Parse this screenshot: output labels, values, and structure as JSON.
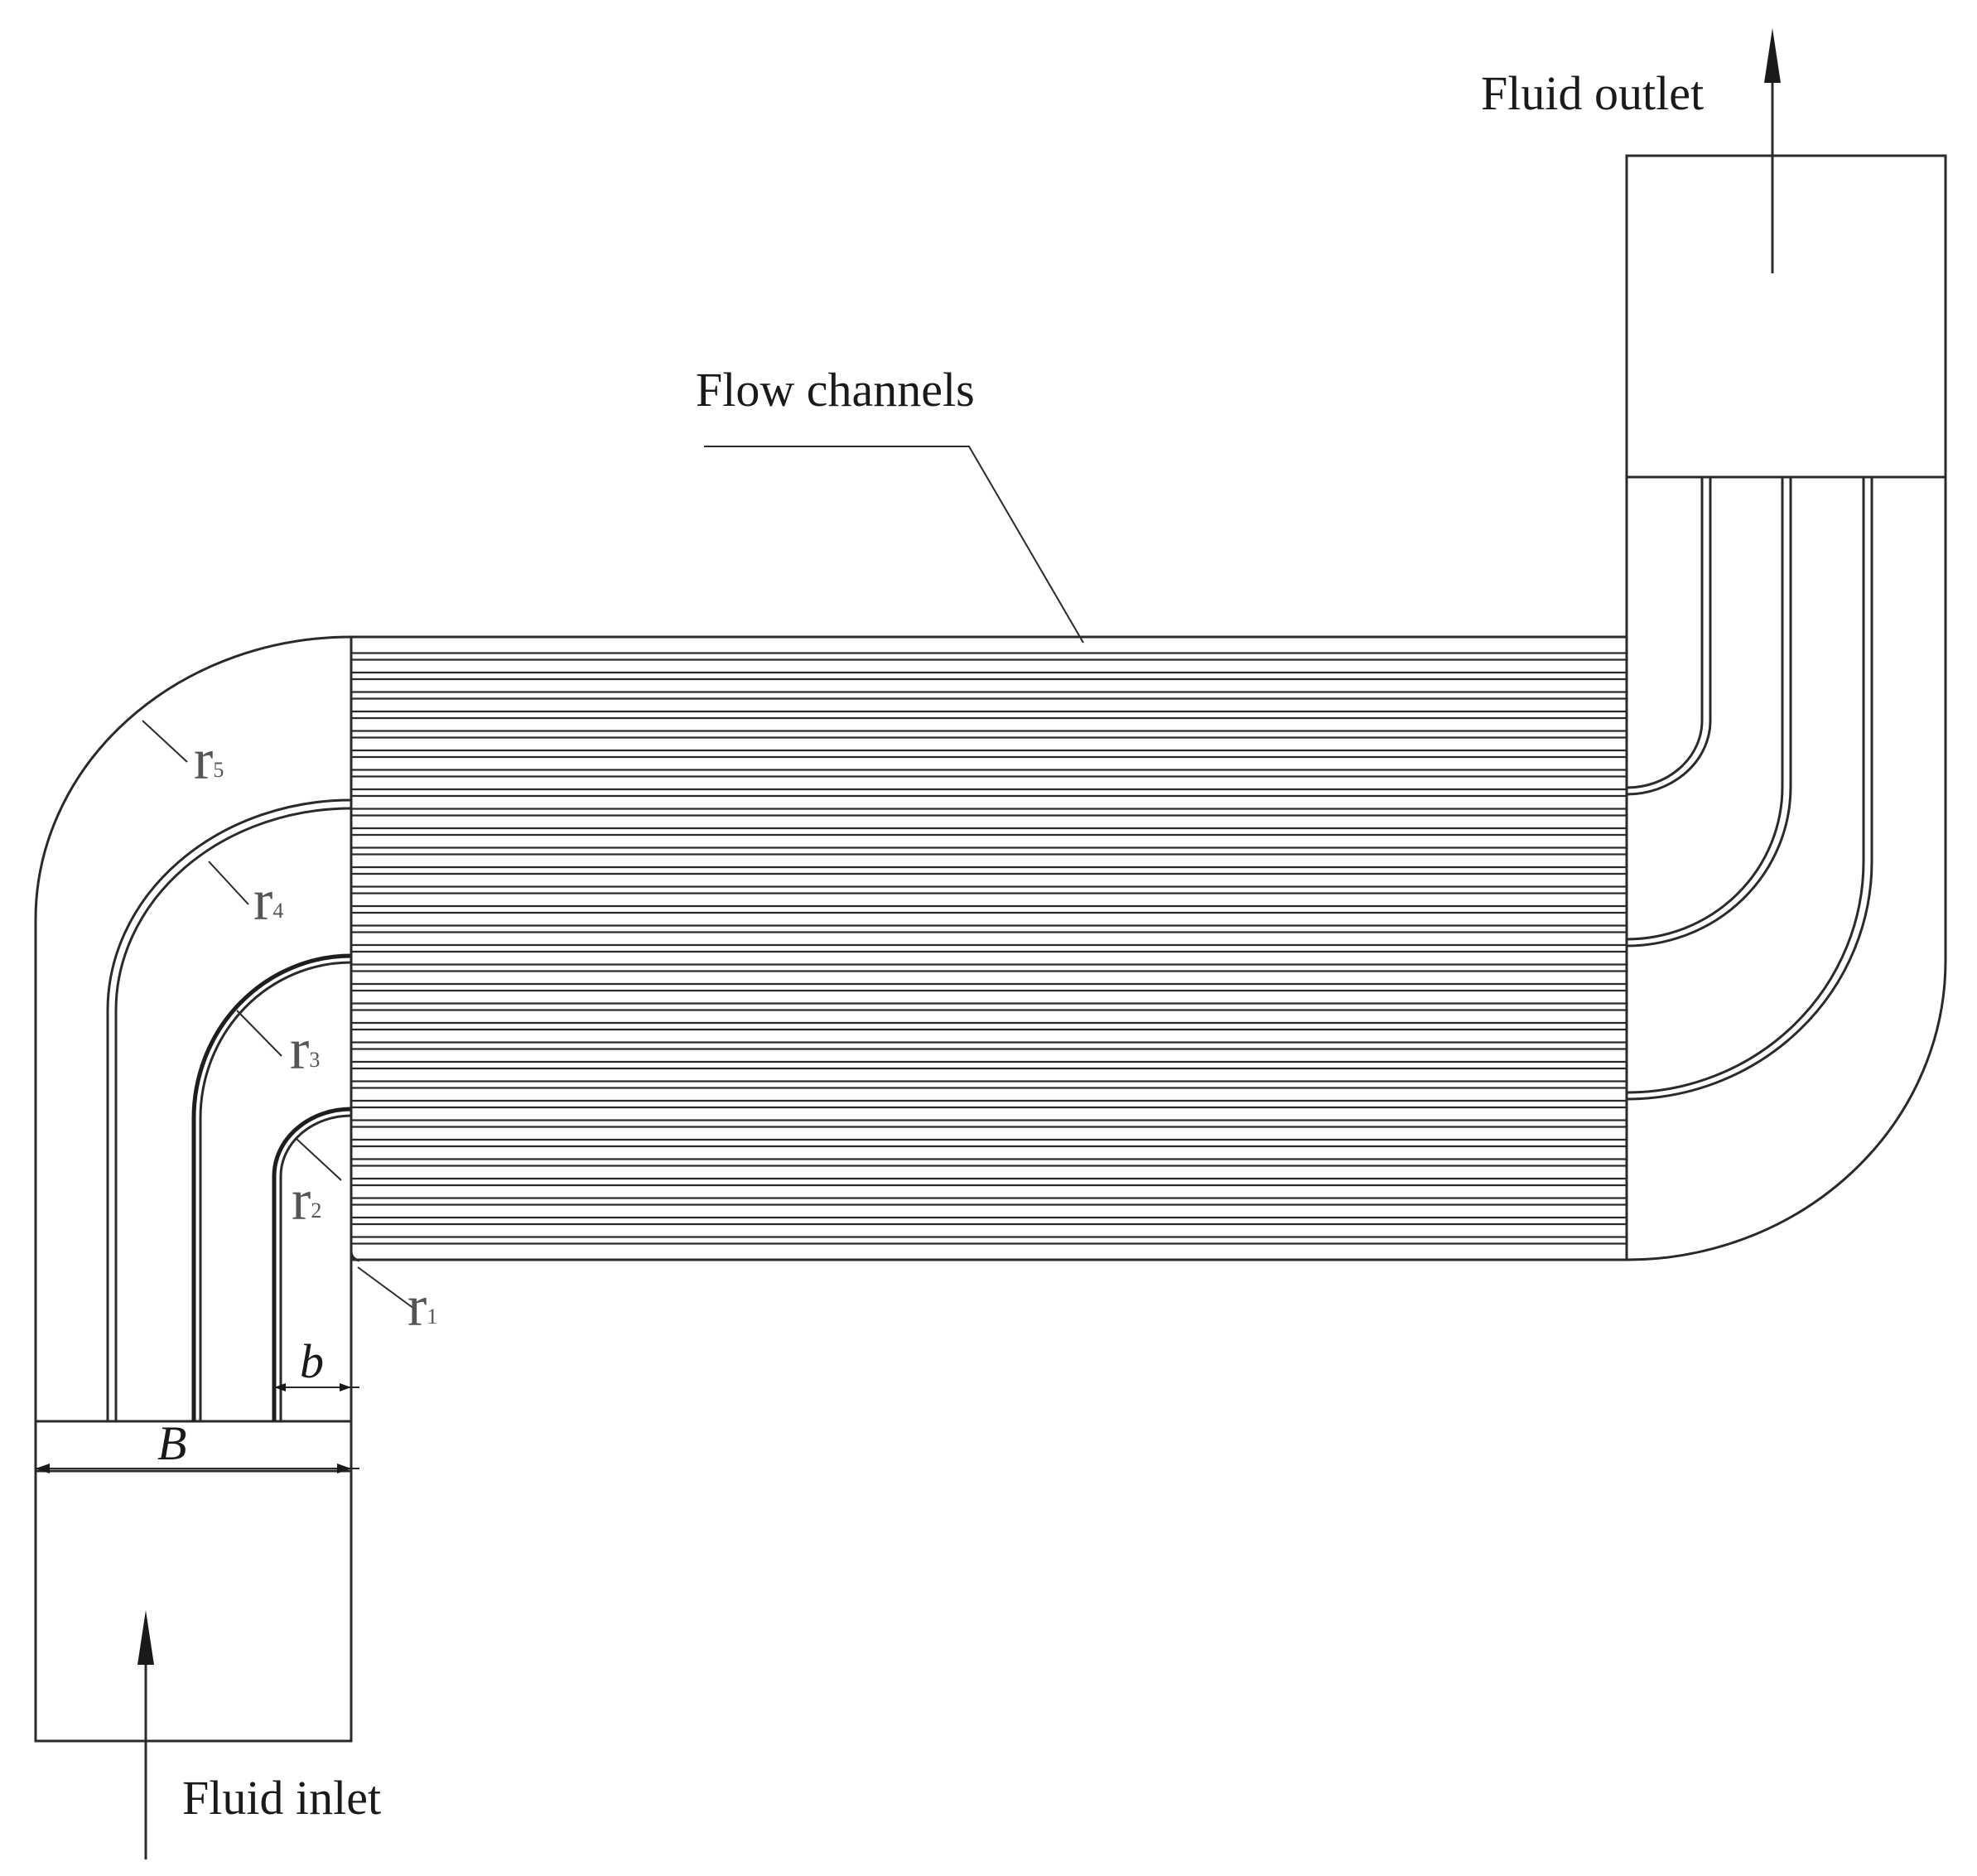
{
  "labels": {
    "fluid_outlet": "Fluid outlet",
    "flow_channels": "Flow channels",
    "fluid_inlet": "Fluid inlet",
    "width_b": "b",
    "width_B": "B"
  },
  "radii": [
    {
      "base": "r",
      "sub": "1"
    },
    {
      "base": "r",
      "sub": "2"
    },
    {
      "base": "r",
      "sub": "3"
    },
    {
      "base": "r",
      "sub": "4"
    },
    {
      "base": "r",
      "sub": "5"
    }
  ]
}
